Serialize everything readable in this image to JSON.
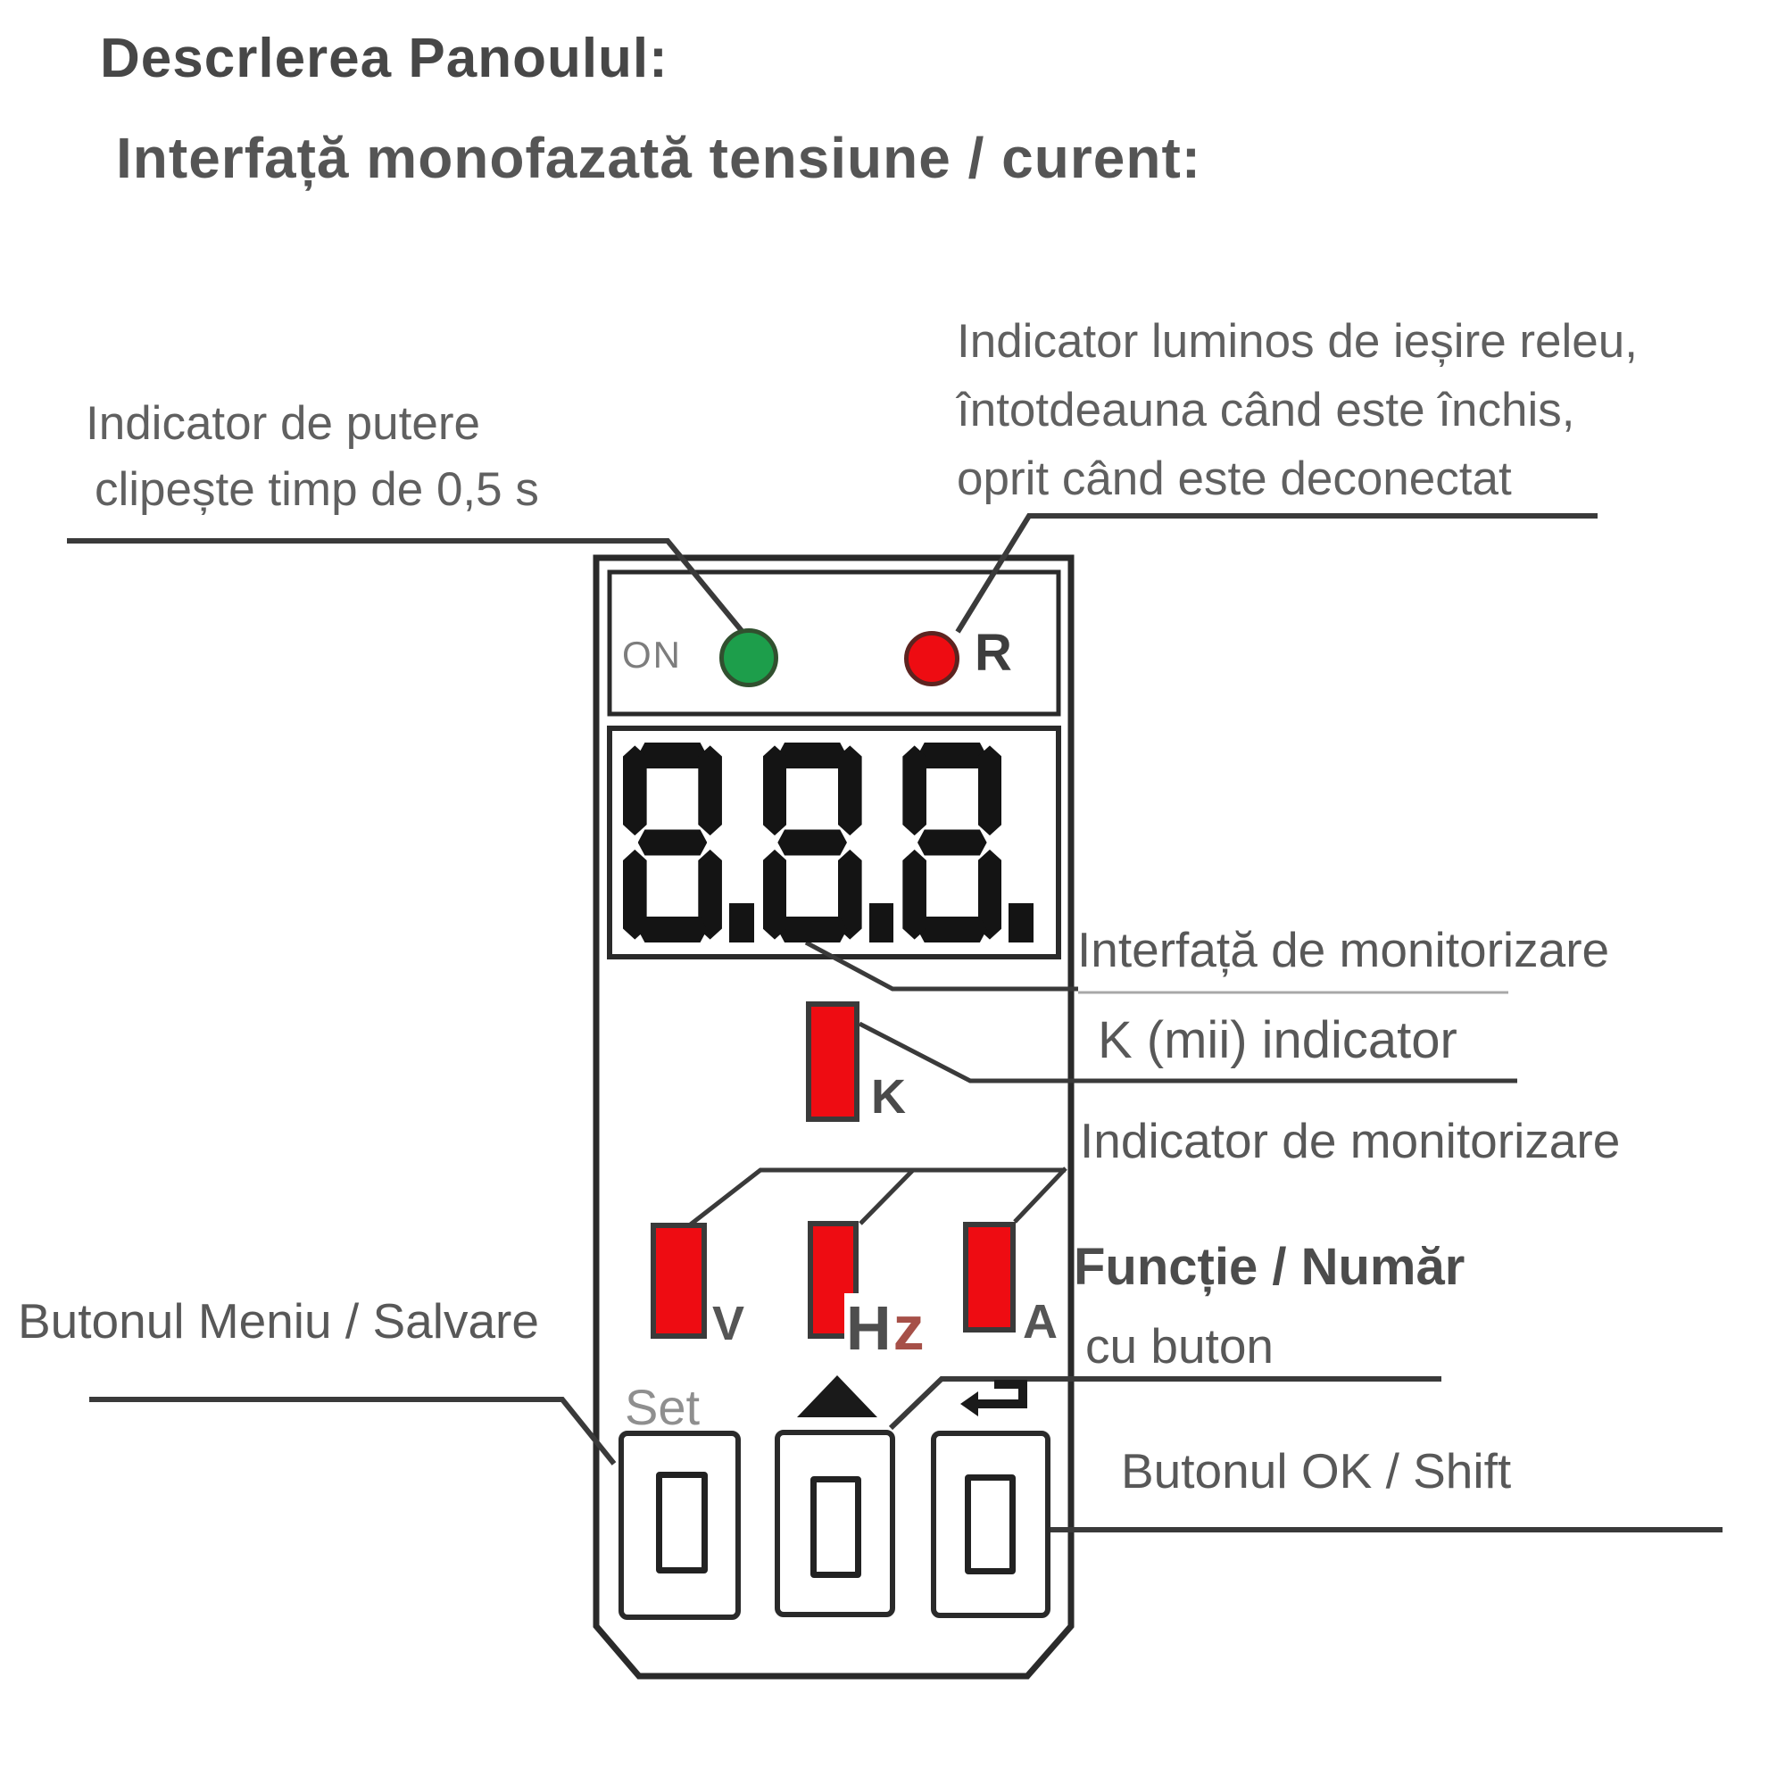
{
  "page": {
    "title": "Descrlerea Panoulul:",
    "subtitle": "Interfață monofazată tensiune / curent:"
  },
  "callouts": {
    "power_indicator": {
      "line1": "Indicator de putere",
      "line2": "clipește timp de 0,5 s"
    },
    "relay_output": {
      "line1": "Indicator luminos de ieșire releu,",
      "line2": "întotdeauna când este închis,",
      "line3": "oprit când este deconectat"
    },
    "monitoring_interface": "Interfață de monitorizare",
    "k_indicator": "K (mii) indicator",
    "monitoring_indicator": "Indicator de monitorizare",
    "function_number": {
      "line1": "Funcție / Număr",
      "line2": "cu buton"
    },
    "ok_shift": "Butonul OK / Shift",
    "menu_save": "Butonul Meniu / Salvare"
  },
  "device": {
    "power_led_label": "ON",
    "relay_led_label": "R",
    "display_value": "8.8.8.",
    "k_unit_label": "K",
    "unit_labels": {
      "volt": "V",
      "hertz_h": "H",
      "hertz_z": "z",
      "ampere": "A"
    },
    "set_button_label": "Set",
    "colors": {
      "led_on": "#1d9e4b",
      "led_relay": "#ee0c12",
      "unit_indicator": "#ee0c12",
      "display_segment": "#141414",
      "line": "#3a3a3a"
    }
  }
}
